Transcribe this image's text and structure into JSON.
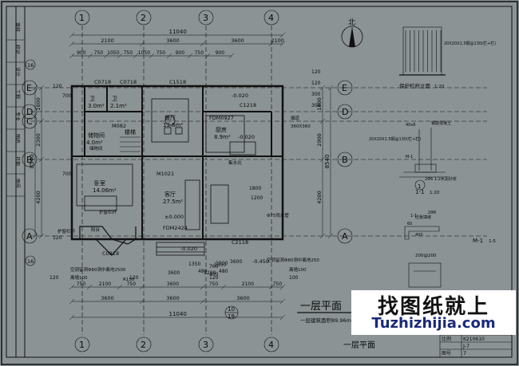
{
  "axes": {
    "top": [
      "1",
      "2",
      "3",
      "4"
    ],
    "bottom": [
      "1",
      "2",
      "3",
      "4"
    ],
    "bottom_sub": {
      "top": "10",
      "bottom": "19"
    },
    "left": [
      "E",
      "D",
      "C",
      "B",
      "A"
    ],
    "right": [
      "E",
      "D",
      "B",
      "A"
    ]
  },
  "dims": {
    "top_total": "11040",
    "top_row1": [
      "2100",
      "3600",
      "3600",
      "2100"
    ],
    "top_row2": [
      "900",
      "750",
      "1050",
      "750",
      "1050",
      "750",
      "900",
      "750",
      "900"
    ],
    "left_row": [
      "1800",
      "2300",
      "4200"
    ],
    "left_total": "8540",
    "right_row": [
      "1800",
      "2900",
      "4200"
    ],
    "right_total": "8540",
    "right_misc": [
      "120",
      "120",
      "300",
      "300"
    ],
    "bottom_row1": [
      "750",
      "2100",
      "750",
      "3600",
      "750",
      "2100",
      "750"
    ],
    "bottom_row2": [
      "3600",
      "3600",
      "3600"
    ],
    "bottom_total": "11040",
    "bottom_misc": [
      "120",
      "120",
      "120",
      "100"
    ],
    "misc": [
      "700",
      "700",
      "120",
      "120",
      "3600",
      "1800",
      "1200",
      "1350",
      "1350",
      "480",
      "480",
      "3600",
      "1200",
      "1500",
      "400",
      "760"
    ]
  },
  "rooms": [
    {
      "name": "卫",
      "area": "3.0m²"
    },
    {
      "name": "卫",
      "area": "2.1m²"
    },
    {
      "name": "餐厅",
      "area": "13.8m²"
    },
    {
      "name": "储物间",
      "area": "4.0m²"
    },
    {
      "name": "厨房",
      "area": "8.9m²"
    },
    {
      "name": "卧室",
      "area": "14.06m²"
    },
    {
      "name": "客厅",
      "area": "27.5m²"
    },
    {
      "name": "楼梯",
      "area": ""
    }
  ],
  "labels": {
    "windows": [
      "C0718",
      "C0718",
      "C1518",
      "C1218",
      "C0818",
      "C2118",
      "FDM0927",
      "M082",
      "M1021",
      "FDM2424"
    ],
    "elevations": [
      "-0.020",
      "-0.020",
      "±0.000",
      "-0.020",
      "-0.450"
    ],
    "notes": [
      "护窗栏杆",
      "烟道",
      "360X360",
      "Φ75雨水管",
      "空调留洞Φ80洞中离地2500",
      "离墙100",
      "空调留洞Φ80洞中离地250",
      "离墙100",
      "护窗栏杆",
      "阳台",
      "R150",
      "集水坑",
      "储物间"
    ],
    "pointers": [
      "16",
      "16"
    ],
    "section_mark": "1"
  },
  "title": {
    "main": "一层平面",
    "area_prefix": "一层建筑面积",
    "area_value": "89.96m²"
  },
  "title_bottom": "一层平面",
  "north": "北",
  "details": {
    "detail1_title": "保护栏杆立面",
    "detail1_scale": "1:20",
    "detail1_spec": "20X20X1.5钢@130(栏+栏)",
    "detail2_spec": "20X20X1.5钢@130(栏+栏)",
    "detail2_label": "1-1",
    "detail2_scale": "1:20",
    "detail2_note": "钢筋混凝土",
    "detail2_dim": "40x6",
    "detail2_extra": "M-1",
    "detail2_steel": "2Φ6 1:2水泥砂浆",
    "detail3_label": "M-1",
    "detail3_scale": "1:5",
    "detail3_dim": "200@200",
    "detail3_note": "砼板填缝",
    "detail3_extra": [
      "60",
      "400",
      "2Φ6",
      "1-1"
    ]
  },
  "titleblock": {
    "left_column": [
      "审核",
      "校对",
      "设计",
      "工程",
      "专业",
      "图名",
      "日期",
      "图号"
    ],
    "bottom_box": {
      "code": "比例",
      "code_value": "K210610",
      "sheet_label": "J-7",
      "page_label": "图号",
      "page_value": "7"
    }
  },
  "watermark": {
    "cn": "找图纸就上",
    "en": "Tuzhizhijia.com"
  }
}
